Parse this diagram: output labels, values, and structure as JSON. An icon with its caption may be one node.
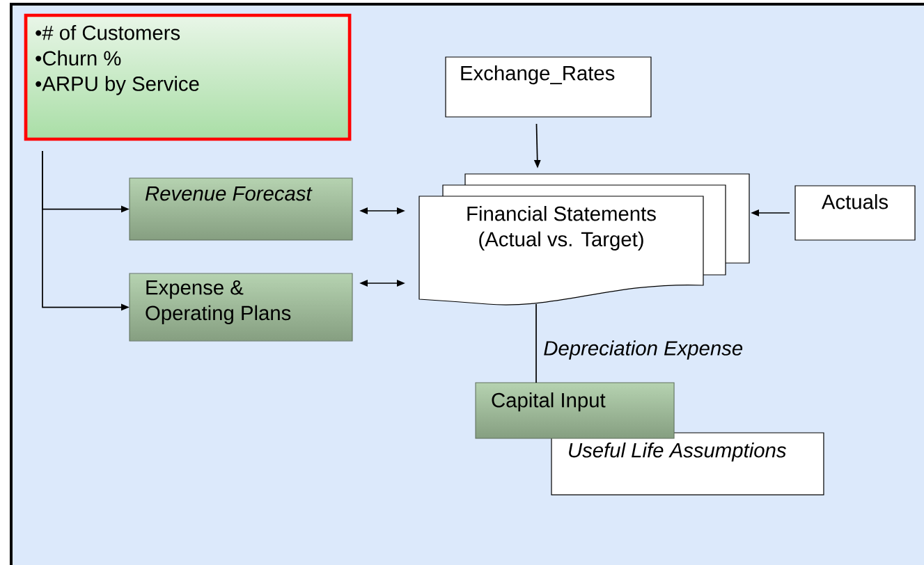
{
  "diagram": {
    "nodes": [
      {
        "text": [
          "•# of Customers",
          "•Churn %",
          "•ARPU by Service"
        ]
      },
      {
        "text": [
          "Revenue Forecast"
        ]
      },
      {
        "text": [
          "Expense & Operating Plans"
        ]
      },
      {
        "text": [
          "Exchange_Rates"
        ]
      },
      {
        "text": [
          "Financial Statements (Actual  vs. Target)"
        ]
      },
      {
        "text": [
          "Actuals"
        ]
      },
      {
        "text": [
          "Capital Input"
        ]
      },
      {
        "text": [
          "Useful Life Assumptions"
        ]
      }
    ],
    "edges": [
      {
        "from": 0,
        "to": 1,
        "arrow": "to"
      },
      {
        "from": 0,
        "to": 2,
        "arrow": "to"
      },
      {
        "from": 1,
        "to": 4,
        "arrow": "both"
      },
      {
        "from": 2,
        "to": 4,
        "arrow": "both"
      },
      {
        "from": 3,
        "to": 4,
        "arrow": "to"
      },
      {
        "from": 5,
        "to": 4,
        "arrow": "to"
      },
      {
        "from": 4,
        "to": 6,
        "arrow": "none",
        "label": "Depreciation Expense"
      }
    ]
  }
}
